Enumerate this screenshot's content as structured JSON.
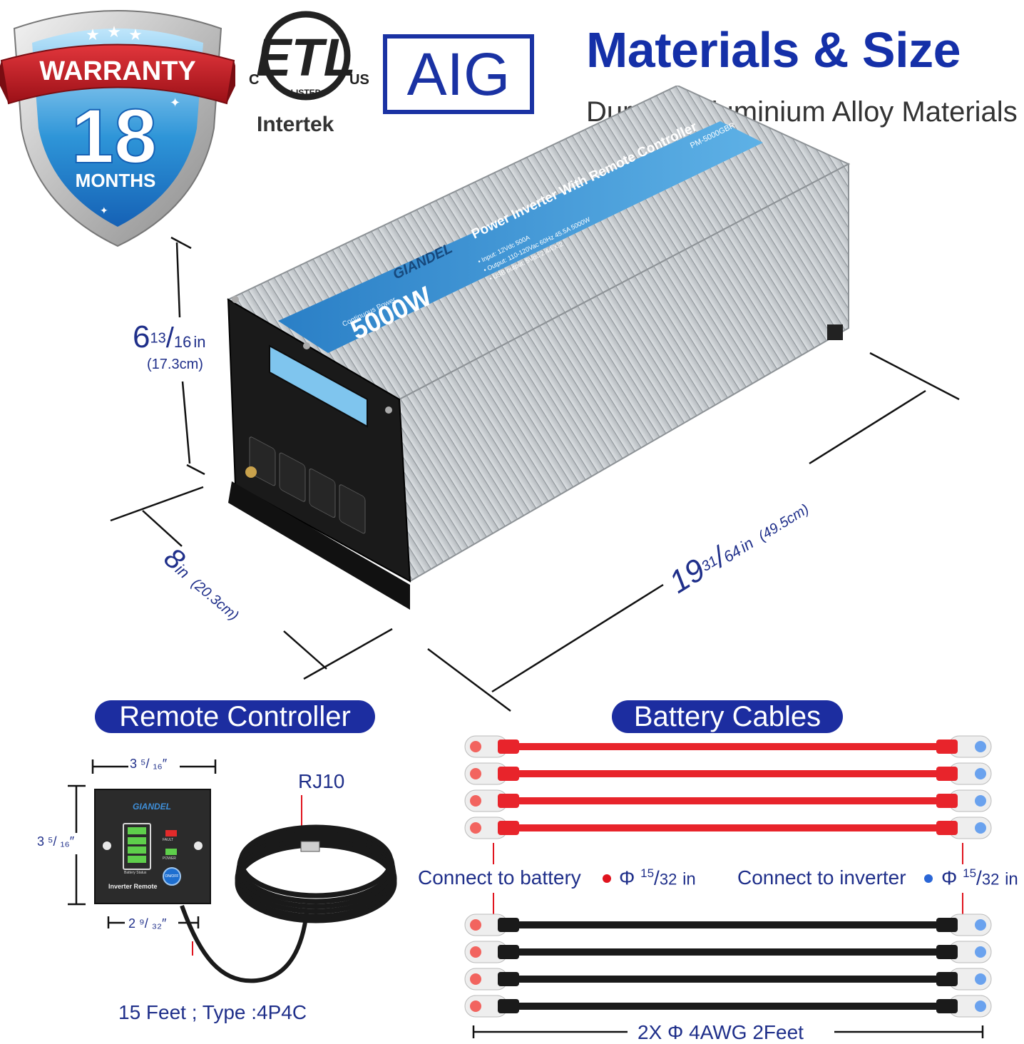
{
  "header": {
    "title": "Materials & Size",
    "subtitle": "Durable Aluminium Alloy Materials"
  },
  "warranty_badge": {
    "top_label": "WARRANTY",
    "number": "18",
    "unit": "MONTHS"
  },
  "certifications": {
    "etl_mark_left": "C",
    "etl_mark_right": "US",
    "etl_listed": "LISTED",
    "etl_letters": "ETL",
    "etl_org": "Intertek",
    "aig": "AIG"
  },
  "inverter": {
    "brand": "GIANDEL",
    "model_label": "Power Inverter With Remote Controller",
    "power": "5000W",
    "power_caption": "Continuous Power",
    "model_no": "PM-5000GBR",
    "spec_lines": [
      "• Input: 12Vdc 500A",
      "• Output: 110-120Vac 60Hz 45.5A 5000W",
      "• USB output: 5Vdc 2.4A X 2"
    ]
  },
  "dimensions": {
    "height": {
      "whole": "6",
      "num": "13",
      "den": "16",
      "unit": "in",
      "metric": "(17.3cm)"
    },
    "width": {
      "whole": "8",
      "unit": "in",
      "metric": "(20.3cm)"
    },
    "length": {
      "whole": "19",
      "num": "31",
      "den": "64",
      "unit": "in",
      "metric": "(49.5cm)"
    }
  },
  "remote": {
    "heading": "Remote Controller",
    "brand": "GIANDEL",
    "width_dim": "3 ⁵/ ₁₆″",
    "height_dim": "3 ⁵/ ₁₆″",
    "hole_dim": "2 ⁹/ ₃₂″",
    "fault_label": "FAULT",
    "power_label": "POWER",
    "battery_status_label": "Battery Status",
    "onoff_label": "ON/OFF",
    "name_label": "Inverter Remote",
    "connector": "RJ10",
    "cable_spec": "15 Feet ; Type :4P4C"
  },
  "cables": {
    "heading": "Battery Cables",
    "connect_battery": "Connect to battery",
    "connect_inverter": "Connect to inverter",
    "phi": "Φ",
    "ring_size_num": "15",
    "ring_size_den": "32",
    "ring_size_unit": "in",
    "spec": "2X  Φ 4AWG 2Feet",
    "red_count": 4,
    "black_count": 4,
    "colors": {
      "red": "#e8242b",
      "black": "#1a1a1a",
      "battery_dot": "#e0141e",
      "inverter_dot": "#2a66d6"
    }
  },
  "colors": {
    "accent": "#1530a8",
    "pill_bg": "#1c2da0",
    "inverter_label": "#1f7ec6",
    "badge_red": "#c21d24",
    "badge_blue": "#2e95d8"
  }
}
